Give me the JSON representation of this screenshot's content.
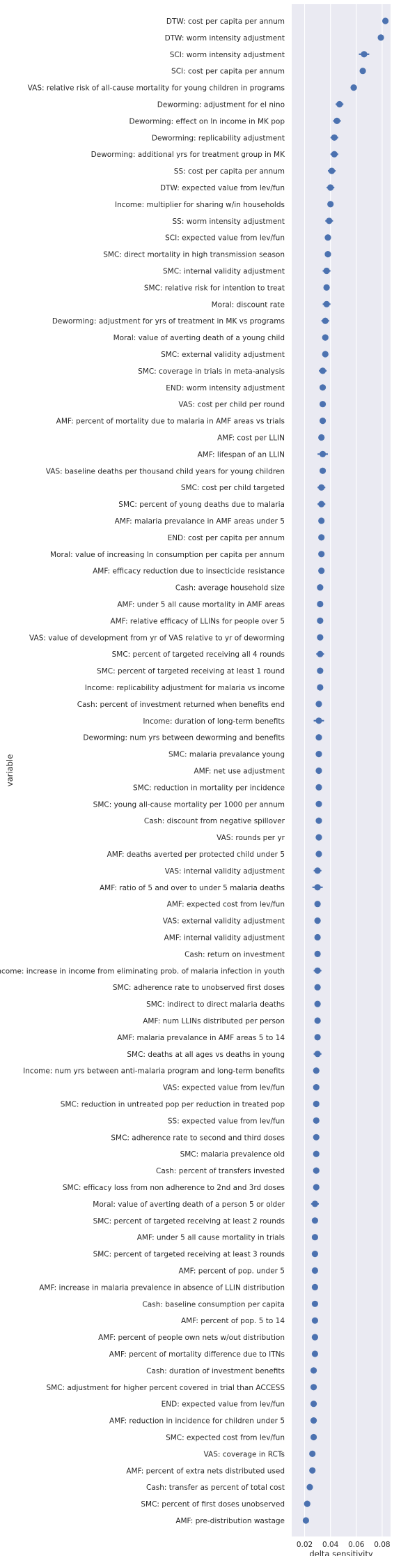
{
  "chart_data": {
    "type": "scatter",
    "xlabel": "delta sensitivity",
    "ylabel": "variable",
    "xlim": [
      0.01,
      0.0865
    ],
    "xticks": [
      0.02,
      0.04,
      0.06,
      0.08
    ],
    "xtick_labels": [
      "0.02",
      "0.04",
      "0.06",
      "0.08"
    ],
    "grid": true,
    "point_color": "#4c72b0",
    "plot_background": "#eaeaf2",
    "points": [
      {
        "label": "DTW: cost per capita per annum",
        "value": 0.0825,
        "err": 0.002
      },
      {
        "label": "DTW: worm intensity adjustment",
        "value": 0.079,
        "err": 0.002
      },
      {
        "label": "SCI: worm intensity adjustment",
        "value": 0.066,
        "err": 0.004
      },
      {
        "label": "SCI: cost per capita per annum",
        "value": 0.065,
        "err": 0.002
      },
      {
        "label": "VAS: relative risk of all-cause mortality for young children in programs",
        "value": 0.058,
        "err": 0.002
      },
      {
        "label": "Deworming: adjustment for el nino",
        "value": 0.047,
        "err": 0.003
      },
      {
        "label": "Deworming: effect on ln income in MK pop",
        "value": 0.045,
        "err": 0.003
      },
      {
        "label": "Deworming: replicability adjustment",
        "value": 0.043,
        "err": 0.003
      },
      {
        "label": "Deworming: additional yrs for treatment group in MK",
        "value": 0.043,
        "err": 0.003
      },
      {
        "label": "SS: cost per capita per annum",
        "value": 0.041,
        "err": 0.003
      },
      {
        "label": "DTW: expected value from lev/fun",
        "value": 0.04,
        "err": 0.003
      },
      {
        "label": "Income: multiplier for sharing w/in households",
        "value": 0.04,
        "err": 0.002
      },
      {
        "label": "SS: worm intensity adjustment",
        "value": 0.039,
        "err": 0.003
      },
      {
        "label": "SCI: expected value from lev/fun",
        "value": 0.038,
        "err": 0.002
      },
      {
        "label": "SMC: direct mortality in high transmission season",
        "value": 0.038,
        "err": 0.002
      },
      {
        "label": "SMC: internal validity adjustment",
        "value": 0.037,
        "err": 0.003
      },
      {
        "label": "SMC: relative risk for intention to treat",
        "value": 0.037,
        "err": 0.002
      },
      {
        "label": "Moral: discount rate",
        "value": 0.037,
        "err": 0.003
      },
      {
        "label": "Deworming: adjustment for yrs of treatment in MK vs programs",
        "value": 0.036,
        "err": 0.003
      },
      {
        "label": "Moral: value of averting death of a young child",
        "value": 0.036,
        "err": 0.002
      },
      {
        "label": "SMC: external validity adjustment",
        "value": 0.036,
        "err": 0.002
      },
      {
        "label": "SMC: coverage in trials in meta-analysis",
        "value": 0.034,
        "err": 0.003
      },
      {
        "label": "END: worm intensity adjustment",
        "value": 0.034,
        "err": 0.002
      },
      {
        "label": "VAS: cost per child per round",
        "value": 0.034,
        "err": 0.002
      },
      {
        "label": "AMF: percent of mortality due to malaria in AMF areas vs trials",
        "value": 0.034,
        "err": 0.002
      },
      {
        "label": "AMF: cost per LLIN",
        "value": 0.033,
        "err": 0.002
      },
      {
        "label": "AMF: lifespan of an LLIN",
        "value": 0.034,
        "err": 0.004
      },
      {
        "label": "VAS: baseline deaths per thousand child years for young children",
        "value": 0.034,
        "err": 0.002
      },
      {
        "label": "SMC: cost per child targeted",
        "value": 0.033,
        "err": 0.003
      },
      {
        "label": "SMC: percent of young deaths due to malaria",
        "value": 0.033,
        "err": 0.003
      },
      {
        "label": "AMF: malaria prevalance in AMF areas under 5",
        "value": 0.033,
        "err": 0.002
      },
      {
        "label": "END: cost per capita per annum",
        "value": 0.033,
        "err": 0.002
      },
      {
        "label": "Moral: value of increasing ln consumption per capita per annum",
        "value": 0.033,
        "err": 0.002
      },
      {
        "label": "AMF: efficacy reduction due to insecticide resistance",
        "value": 0.033,
        "err": 0.002
      },
      {
        "label": "Cash: average household size",
        "value": 0.032,
        "err": 0.002
      },
      {
        "label": "AMF: under 5 all cause mortality in AMF areas",
        "value": 0.032,
        "err": 0.002
      },
      {
        "label": "AMF: relative efficacy of LLINs for people over 5",
        "value": 0.032,
        "err": 0.002
      },
      {
        "label": "VAS: value of development from yr of VAS relative to yr of deworming",
        "value": 0.032,
        "err": 0.002
      },
      {
        "label": "SMC: percent of targeted receiving all 4 rounds",
        "value": 0.032,
        "err": 0.003
      },
      {
        "label": "SMC: percent of targeted receiving at least 1 round",
        "value": 0.032,
        "err": 0.002
      },
      {
        "label": "Income: replicability adjustment for malaria vs income",
        "value": 0.032,
        "err": 0.002
      },
      {
        "label": "Cash: percent of investment returned when benefits end",
        "value": 0.031,
        "err": 0.002
      },
      {
        "label": "Income: duration of long-term benefits",
        "value": 0.031,
        "err": 0.004
      },
      {
        "label": "Deworming: num yrs between deworming and benefits",
        "value": 0.031,
        "err": 0.002
      },
      {
        "label": "SMC: malaria prevalance young",
        "value": 0.031,
        "err": 0.002
      },
      {
        "label": "AMF: net use adjustment",
        "value": 0.031,
        "err": 0.002
      },
      {
        "label": "SMC: reduction in mortality per incidence",
        "value": 0.031,
        "err": 0.002
      },
      {
        "label": "SMC: young all-cause mortality per 1000 per annum",
        "value": 0.031,
        "err": 0.002
      },
      {
        "label": "Cash: discount from negative spillover",
        "value": 0.031,
        "err": 0.002
      },
      {
        "label": "VAS: rounds per yr",
        "value": 0.031,
        "err": 0.002
      },
      {
        "label": "AMF: deaths averted per protected child under 5",
        "value": 0.031,
        "err": 0.002
      },
      {
        "label": "VAS: internal validity adjustment",
        "value": 0.03,
        "err": 0.003
      },
      {
        "label": "AMF: ratio of 5 and over to under 5 malaria deaths",
        "value": 0.03,
        "err": 0.004
      },
      {
        "label": "AMF: expected cost from lev/fun",
        "value": 0.03,
        "err": 0.002
      },
      {
        "label": "VAS: external validity adjustment",
        "value": 0.03,
        "err": 0.002
      },
      {
        "label": "AMF: internal validity adjustment",
        "value": 0.03,
        "err": 0.002
      },
      {
        "label": "Cash: return on investment",
        "value": 0.03,
        "err": 0.002
      },
      {
        "label": "Income: increase in income from eliminating prob. of malaria infection in youth",
        "value": 0.03,
        "err": 0.003
      },
      {
        "label": "SMC: adherence rate to unobserved first doses",
        "value": 0.03,
        "err": 0.002
      },
      {
        "label": "SMC: indirect to direct malaria deaths",
        "value": 0.03,
        "err": 0.002
      },
      {
        "label": "AMF: num LLINs distributed per person",
        "value": 0.03,
        "err": 0.002
      },
      {
        "label": "AMF: malaria prevalance in AMF areas 5 to 14",
        "value": 0.03,
        "err": 0.002
      },
      {
        "label": "SMC: deaths at all ages vs deaths in young",
        "value": 0.03,
        "err": 0.003
      },
      {
        "label": "Income: num yrs between anti-malaria program and long-term benefits",
        "value": 0.029,
        "err": 0.002
      },
      {
        "label": "VAS: expected value from lev/fun",
        "value": 0.029,
        "err": 0.002
      },
      {
        "label": "SMC: reduction in untreated pop per reduction in treated pop",
        "value": 0.029,
        "err": 0.002
      },
      {
        "label": "SS: expected value from lev/fun",
        "value": 0.029,
        "err": 0.002
      },
      {
        "label": "SMC: adherence rate to second and third doses",
        "value": 0.029,
        "err": 0.002
      },
      {
        "label": "SMC: malaria prevalence old",
        "value": 0.029,
        "err": 0.002
      },
      {
        "label": "Cash: percent of transfers invested",
        "value": 0.029,
        "err": 0.002
      },
      {
        "label": "SMC: efficacy loss from non adherence to 2nd and 3rd doses",
        "value": 0.029,
        "err": 0.002
      },
      {
        "label": "Moral: value of averting death of a person 5 or older",
        "value": 0.028,
        "err": 0.003
      },
      {
        "label": "SMC: percent of targeted receiving at least 2 rounds",
        "value": 0.028,
        "err": 0.002
      },
      {
        "label": "AMF: under 5 all cause mortality in trials",
        "value": 0.028,
        "err": 0.002
      },
      {
        "label": "SMC: percent of targeted receiving at least 3 rounds",
        "value": 0.028,
        "err": 0.002
      },
      {
        "label": "AMF: percent of pop. under 5",
        "value": 0.028,
        "err": 0.002
      },
      {
        "label": "AMF: increase in malaria prevalence in absence of LLIN distribution",
        "value": 0.028,
        "err": 0.002
      },
      {
        "label": "Cash: baseline consumption per capita",
        "value": 0.028,
        "err": 0.002
      },
      {
        "label": "AMF: percent of pop. 5 to 14",
        "value": 0.028,
        "err": 0.002
      },
      {
        "label": "AMF: percent of people own nets w/out distribution",
        "value": 0.028,
        "err": 0.002
      },
      {
        "label": "AMF: percent of mortality difference due to ITNs",
        "value": 0.028,
        "err": 0.002
      },
      {
        "label": "Cash: duration of investment benefits",
        "value": 0.027,
        "err": 0.002
      },
      {
        "label": "SMC: adjustment for higher percent covered in trial than ACCESS",
        "value": 0.027,
        "err": 0.002
      },
      {
        "label": "END: expected value from lev/fun",
        "value": 0.027,
        "err": 0.002
      },
      {
        "label": "AMF: reduction in incidence for children under 5",
        "value": 0.027,
        "err": 0.002
      },
      {
        "label": "SMC: expected cost from lev/fun",
        "value": 0.027,
        "err": 0.002
      },
      {
        "label": "VAS: coverage in RCTs",
        "value": 0.026,
        "err": 0.002
      },
      {
        "label": "AMF: percent of extra nets distributed used",
        "value": 0.026,
        "err": 0.002
      },
      {
        "label": "Cash: transfer as percent of total cost",
        "value": 0.024,
        "err": 0.002
      },
      {
        "label": "SMC: percent of first doses unobserved",
        "value": 0.022,
        "err": 0.002
      },
      {
        "label": "AMF: pre-distribution wastage",
        "value": 0.021,
        "err": 0.002
      }
    ]
  }
}
